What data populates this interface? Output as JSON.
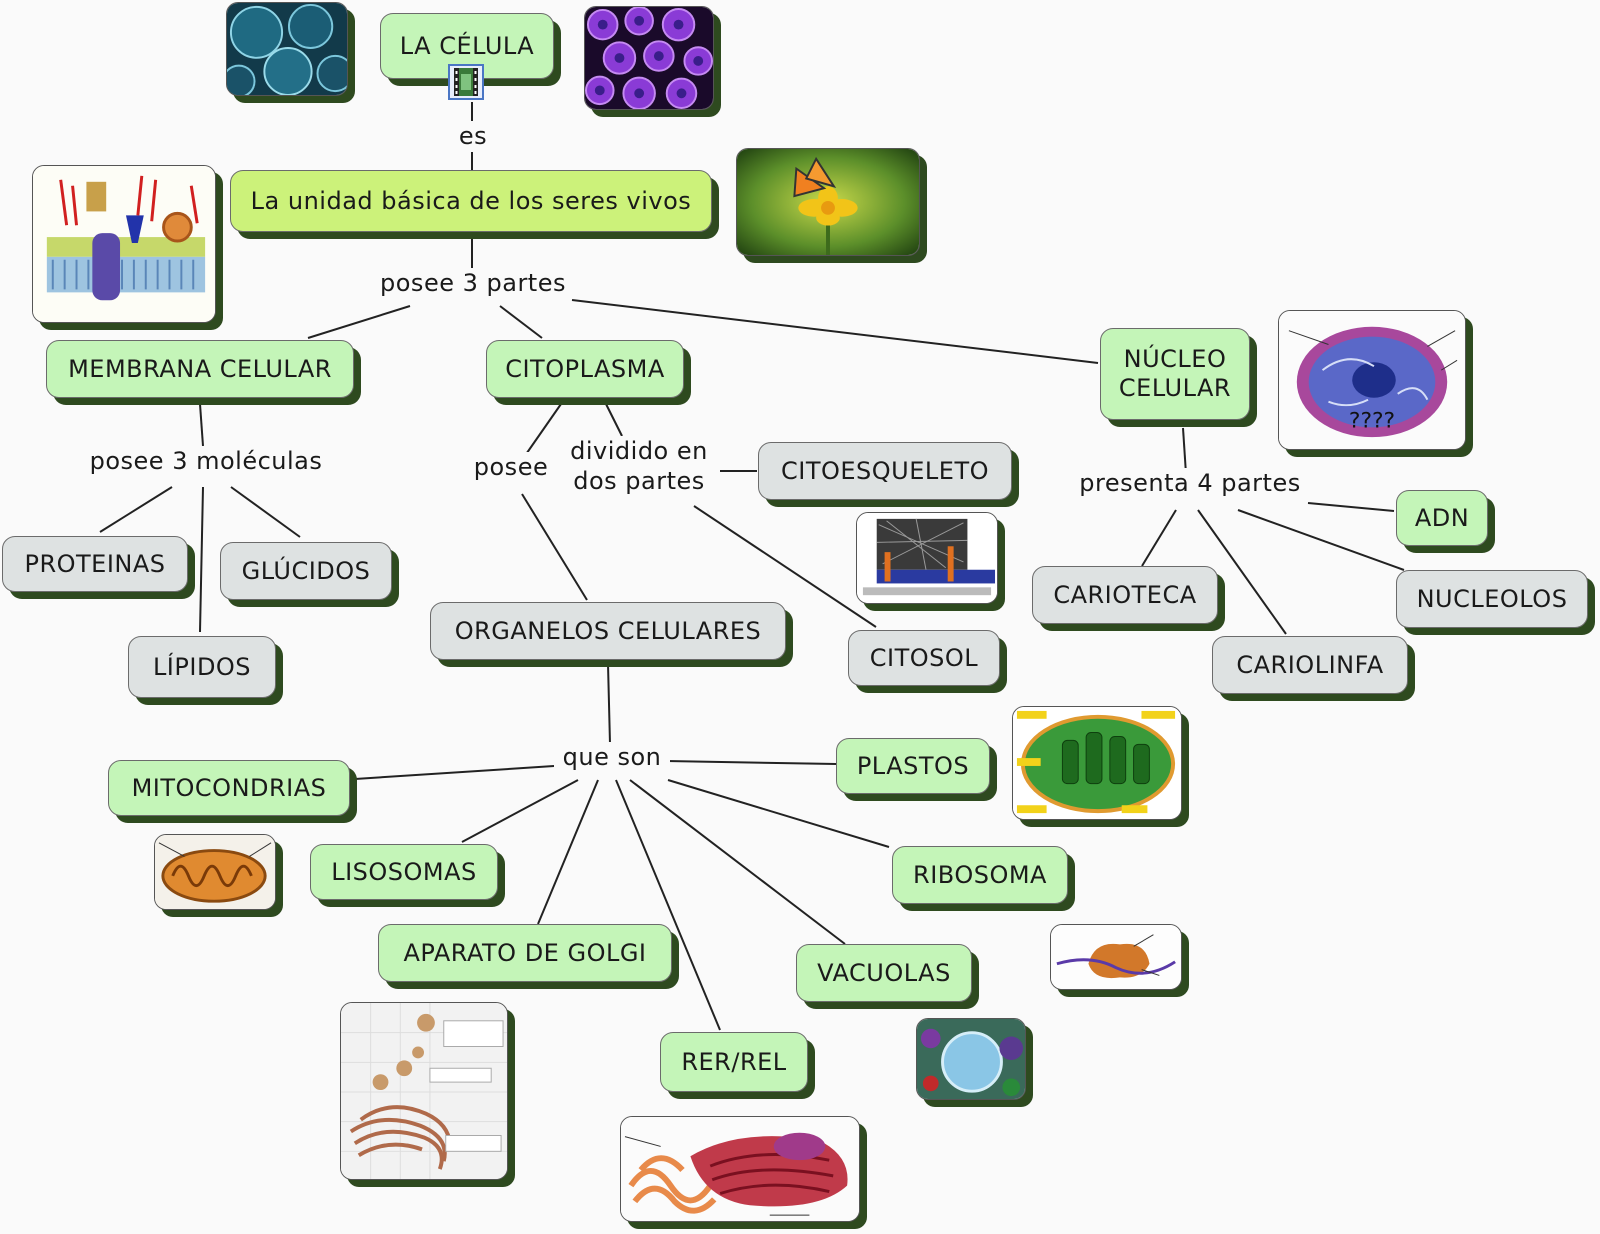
{
  "colors": {
    "concept_green": "#c4f5b8",
    "concept_lime": "#ccf27a",
    "concept_gray": "#dee2e2",
    "shadow": "#2e4a1f",
    "line": "#222222"
  },
  "nodes": {
    "la_celula": "LA CÉLULA",
    "unidad": "La unidad básica de los seres vivos",
    "membrana": "MEMBRANA CELULAR",
    "citoplasma": "CITOPLASMA",
    "nucleo": "NÚCLEO\nCELULAR",
    "proteinas": "PROTEINAS",
    "glucidos": "GLÚCIDOS",
    "lipidos": "LÍPIDOS",
    "citoesqueleto": "CITOESQUELETO",
    "citosol": "CITOSOL",
    "organelos": "ORGANELOS CELULARES",
    "adn": "ADN",
    "carioteca": "CARIOTECA",
    "nucleolos": "NUCLEOLOS",
    "cariolinfa": "CARIOLINFA",
    "mitocondrias": "MITOCONDRIAS",
    "plastos": "PLASTOS",
    "lisosomas": "LISOSOMAS",
    "ribosoma": "RIBOSOMA",
    "golgi": "APARATO DE GOLGI",
    "vacuolas": "VACUOLAS",
    "rer_rel": "RER/REL"
  },
  "links": {
    "es": "es",
    "posee_3_partes": "posee 3 partes",
    "posee_3_moleculas": "posee 3 moléculas",
    "posee": "posee",
    "dividido": "dividido en\ndos partes",
    "presenta_4_partes": "presenta 4 partes",
    "que_son": "que son"
  },
  "icons": {
    "film": "film-icon"
  },
  "images": {
    "nucleus_label": "????"
  }
}
